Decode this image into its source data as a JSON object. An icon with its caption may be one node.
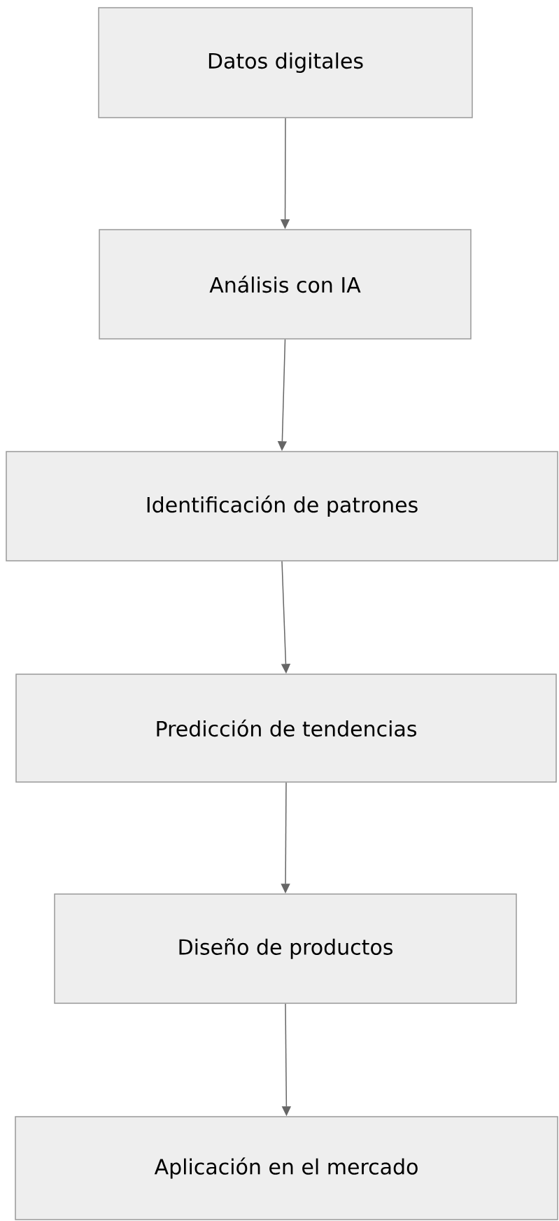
{
  "diagram": {
    "nodes": [
      {
        "text": [
          "Datos digitales"
        ]
      },
      {
        "text": [
          "Análisis con IA"
        ]
      },
      {
        "text": [
          "Identificación de patrones"
        ]
      },
      {
        "text": [
          "Predicción de tendencias"
        ]
      },
      {
        "text": [
          "Diseño de productos"
        ]
      },
      {
        "text": [
          "Aplicación en el mercado"
        ]
      }
    ],
    "edges": [
      {
        "from": 0,
        "to": 1,
        "arrow": "to"
      },
      {
        "from": 1,
        "to": 2,
        "arrow": "to"
      },
      {
        "from": 2,
        "to": 3,
        "arrow": "to"
      },
      {
        "from": 3,
        "to": 4,
        "arrow": "to"
      },
      {
        "from": 4,
        "to": 5,
        "arrow": "to"
      }
    ]
  }
}
